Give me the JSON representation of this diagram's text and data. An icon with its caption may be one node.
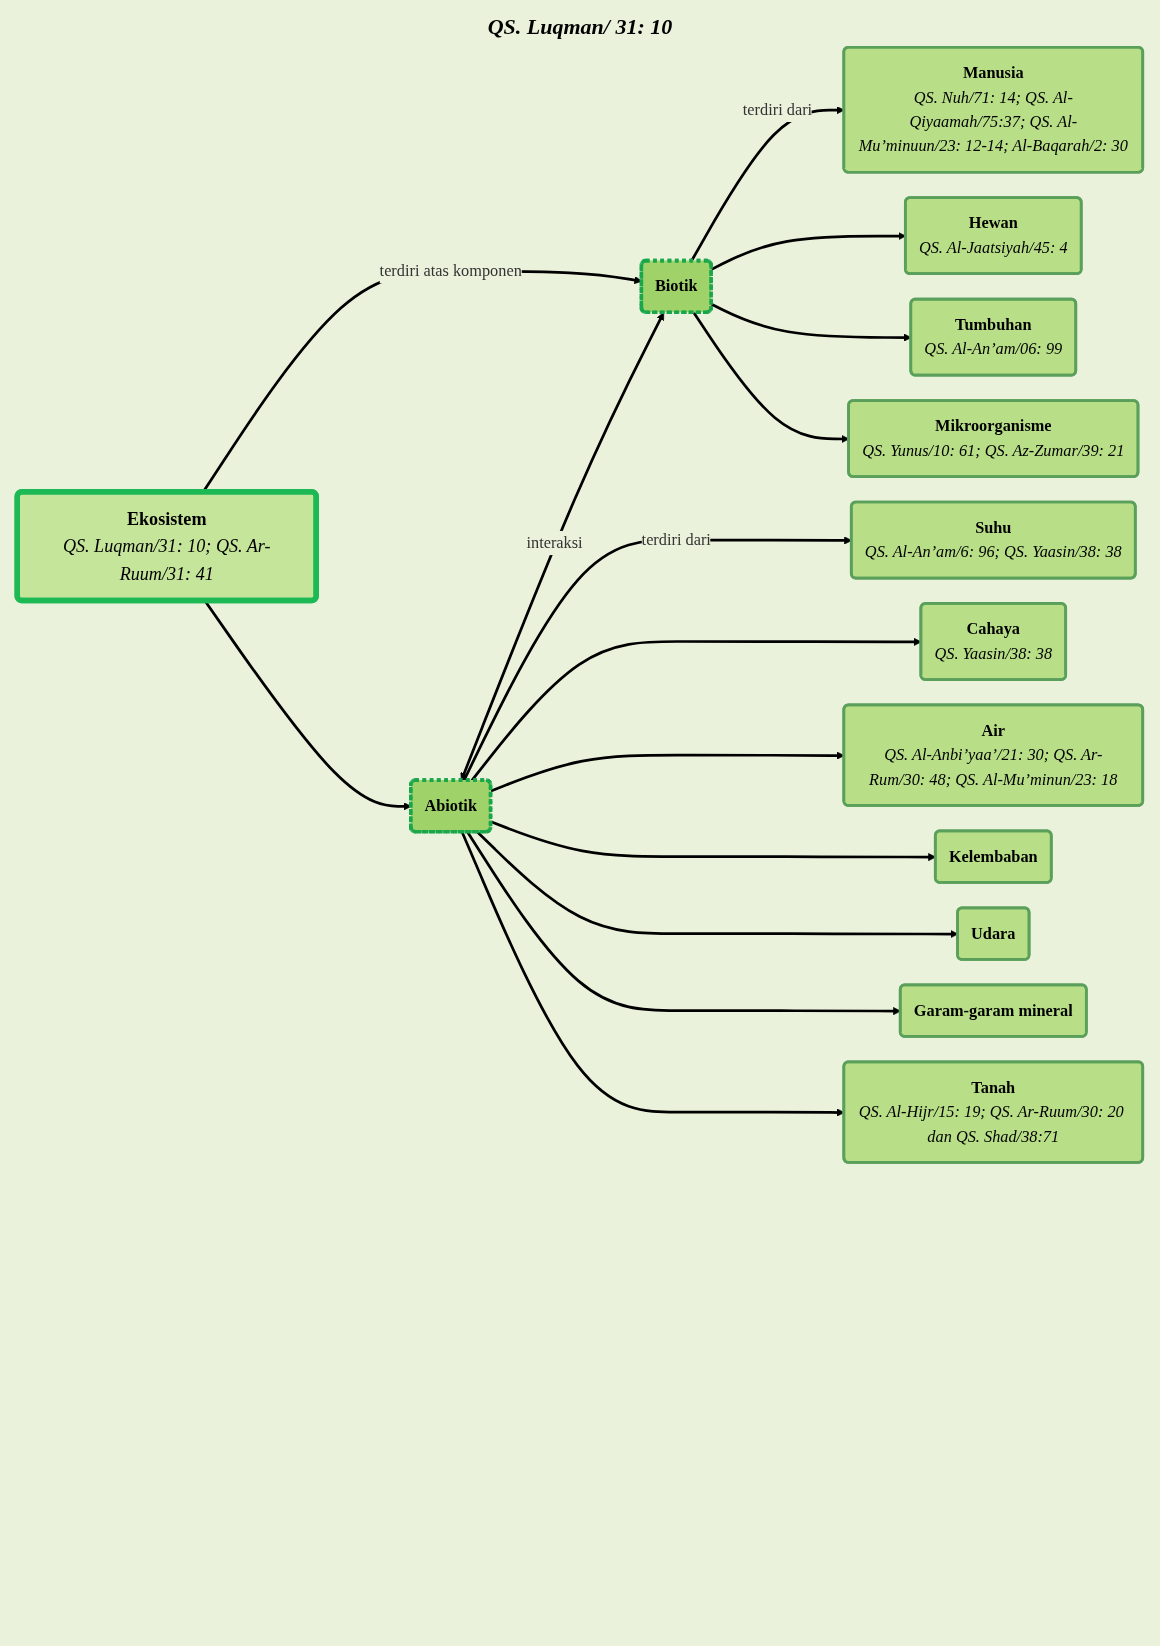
{
  "diagram": {
    "nodes": [
      {
        "text": [
          "Ekosistem",
          "QS. Luqman/31: 10; QS. Ar-Ruum/31: 41"
        ]
      },
      {
        "text": [
          "Abiotik"
        ]
      },
      {
        "text": [
          "Biotik"
        ]
      },
      {
        "text": [
          "Suhu",
          "QS. Al-An’am/6: 96; QS. Yaasin/38: 38"
        ]
      },
      {
        "text": [
          "Cahaya",
          "QS. Yaasin/38: 38"
        ]
      },
      {
        "text": [
          "Air",
          "QS. Al-Anbi’yaa’/21: 30; QS. Ar-Rum/30: 48; QS. Al-Mu’minun/23: 18"
        ]
      },
      {
        "text": [
          "Kelembaban"
        ]
      },
      {
        "text": [
          "Udara"
        ]
      },
      {
        "text": [
          "Garam-garam mineral"
        ]
      },
      {
        "text": [
          "Tanah",
          "QS. Al-Hijr/15: 19; QS. Ar-Ruum/30: 20 dan QS. Shad/38:71"
        ]
      },
      {
        "text": [
          "Manusia",
          "QS. Nuh/71: 14; QS. Al-Qiyaamah/75:37; QS. Al-Mu’minuun/23: 12-14; Al-Baqarah/2: 30"
        ]
      },
      {
        "text": [
          "Hewan",
          "QS. Al-Jaatsiyah/45: 4"
        ]
      },
      {
        "text": [
          "Tumbuhan",
          "QS. Al-An’am/06: 99"
        ]
      },
      {
        "text": [
          "Mikroorganisme",
          "QS. Yunus/10: 61; QS. Az-Zumar/39: 21"
        ]
      }
    ],
    "edges": [
      {
        "from": 0,
        "to": 1,
        "arrow": "to"
      },
      {
        "from": 0,
        "to": 2,
        "arrow": "to",
        "label": "terdiri atas komponen"
      },
      {
        "from": 1,
        "to": 2,
        "arrow": "both",
        "label": "interaksi"
      },
      {
        "from": 1,
        "to": 3,
        "arrow": "to",
        "label": "terdiri dari"
      },
      {
        "from": 1,
        "to": 4,
        "arrow": "to"
      },
      {
        "from": 1,
        "to": 5,
        "arrow": "to"
      },
      {
        "from": 1,
        "to": 6,
        "arrow": "to"
      },
      {
        "from": 1,
        "to": 7,
        "arrow": "to"
      },
      {
        "from": 1,
        "to": 8,
        "arrow": "to"
      },
      {
        "from": 1,
        "to": 9,
        "arrow": "to"
      },
      {
        "from": 2,
        "to": 10,
        "arrow": "to",
        "label": "terdiri dari"
      },
      {
        "from": 2,
        "to": 11,
        "arrow": "to"
      },
      {
        "from": 2,
        "to": 12,
        "arrow": "to"
      },
      {
        "from": 2,
        "to": 13,
        "arrow": "to"
      }
    ],
    "labels": [
      "QS. Luqman/ 31: 10"
    ]
  }
}
